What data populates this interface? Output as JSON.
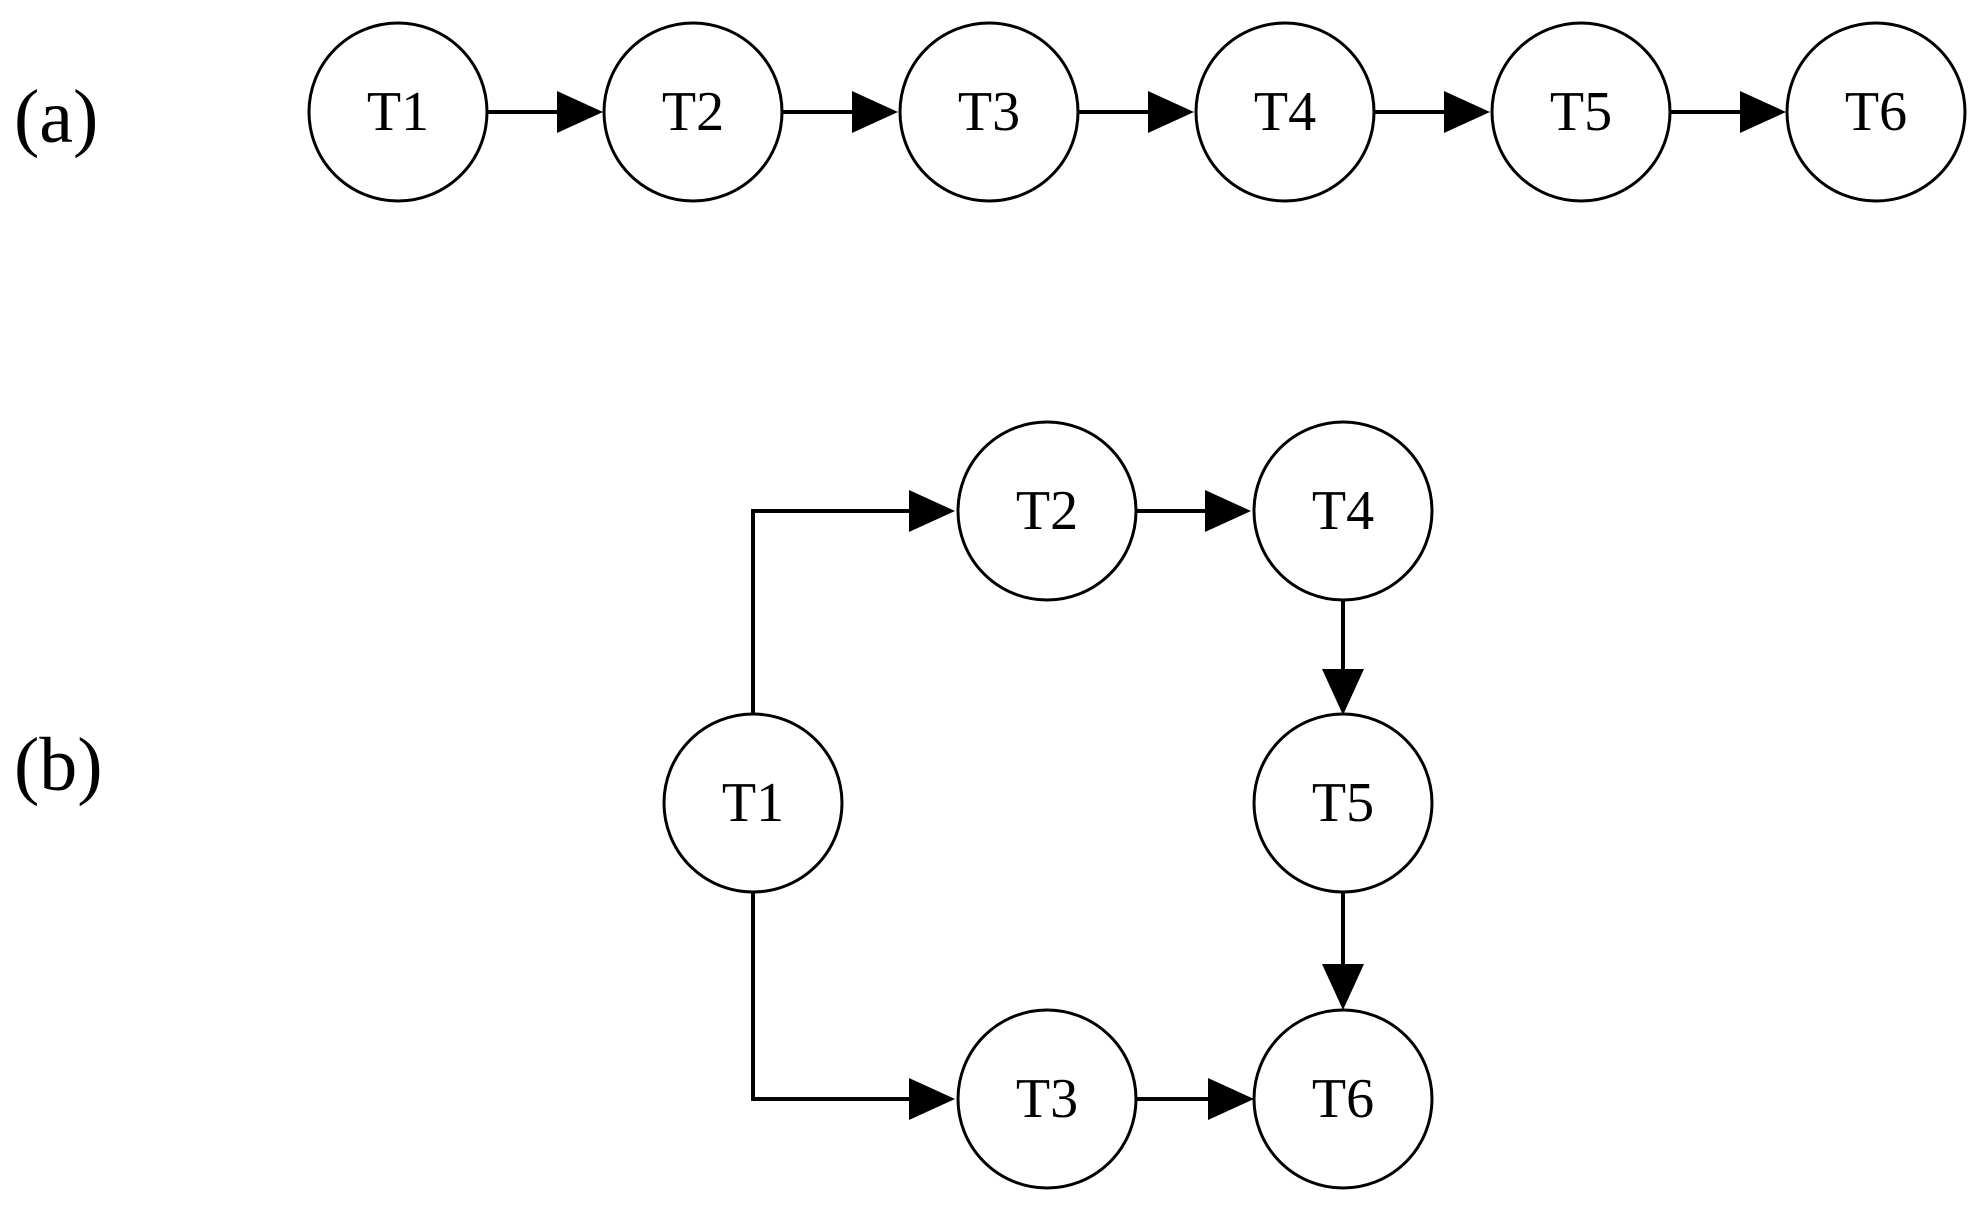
{
  "panels": {
    "a": {
      "label": "(a)",
      "nodes": [
        "T1",
        "T2",
        "T3",
        "T4",
        "T5",
        "T6"
      ],
      "edges": [
        [
          "T1",
          "T2"
        ],
        [
          "T2",
          "T3"
        ],
        [
          "T3",
          "T4"
        ],
        [
          "T4",
          "T5"
        ],
        [
          "T5",
          "T6"
        ]
      ]
    },
    "b": {
      "label": "(b)",
      "nodes": [
        "T1",
        "T2",
        "T3",
        "T4",
        "T5",
        "T6"
      ],
      "edges": [
        [
          "T1",
          "T2"
        ],
        [
          "T1",
          "T3"
        ],
        [
          "T2",
          "T4"
        ],
        [
          "T4",
          "T5"
        ],
        [
          "T5",
          "T6"
        ],
        [
          "T3",
          "T6"
        ]
      ]
    }
  },
  "colors": {
    "stroke": "#000000",
    "fill": "#ffffff"
  }
}
